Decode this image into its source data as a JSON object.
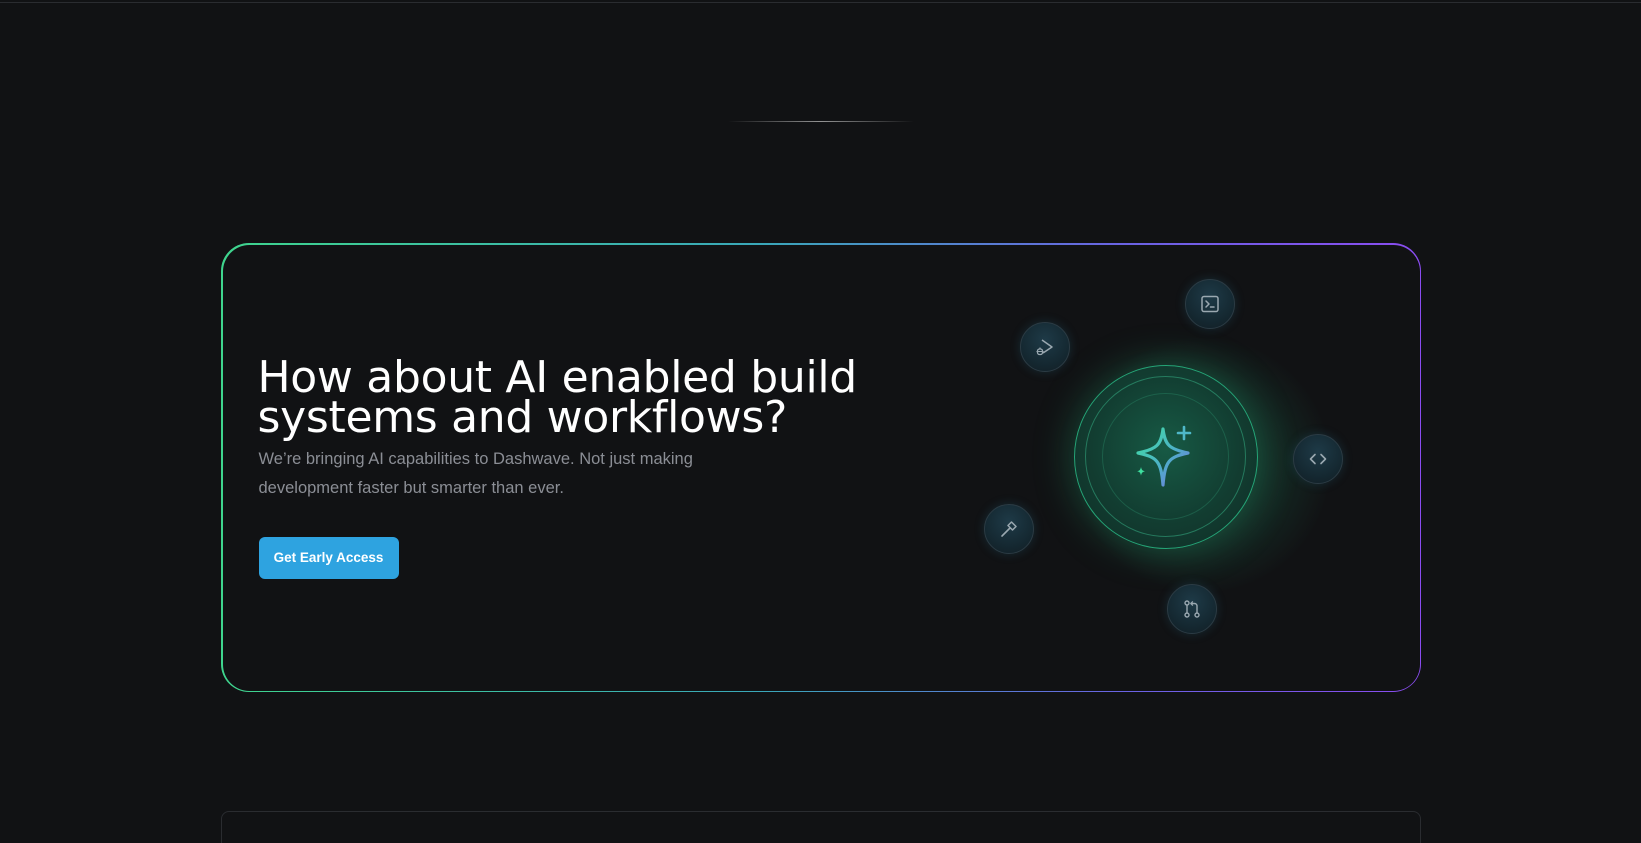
{
  "hero": {
    "title": "How about AI enabled build systems and workflows?",
    "description": "We’re bringing AI capabilities to Dashwave. Not just making development faster but smarter than ever.",
    "cta_label": "Get Early Access"
  },
  "orbit_icons": [
    {
      "name": "terminal-icon"
    },
    {
      "name": "play-debug-icon"
    },
    {
      "name": "code-icon"
    },
    {
      "name": "hammer-icon"
    },
    {
      "name": "git-pull-request-icon"
    }
  ],
  "center_icon": "sparkle-ai-icon",
  "colors": {
    "background": "#111214",
    "accent_button": "#2ea3e0",
    "border_gradient_start": "#3fd58e",
    "border_gradient_end": "#8a4cf0",
    "orb_green": "#25a577"
  }
}
